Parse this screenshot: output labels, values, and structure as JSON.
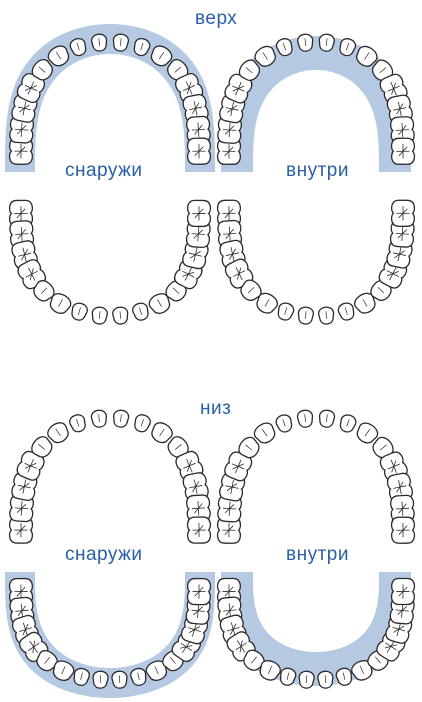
{
  "labels": {
    "top": "верх",
    "bottom": "низ",
    "outside": "снаружи",
    "inside": "внутри"
  },
  "colors": {
    "highlight": "#b5c9e3",
    "label_text": "#2a5fa8",
    "tooth_outline": "#2a2a2a",
    "tooth_fill": "#ffffff"
  },
  "panels": [
    {
      "id": "top-outside",
      "label_key": "outside",
      "highlighted_arch": "upper",
      "highlighted_side": "outer"
    },
    {
      "id": "top-inside",
      "label_key": "inside",
      "highlighted_arch": "upper",
      "highlighted_side": "inner"
    },
    {
      "id": "bottom-outside",
      "label_key": "outside",
      "highlighted_arch": "lower",
      "highlighted_side": "outer"
    },
    {
      "id": "bottom-inside",
      "label_key": "inside",
      "highlighted_arch": "lower",
      "highlighted_side": "inner"
    }
  ]
}
